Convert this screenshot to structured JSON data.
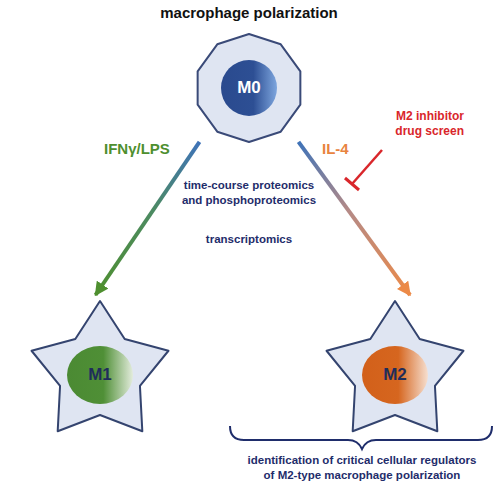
{
  "diagram": {
    "title": "macrophage polarization",
    "nodes": [
      {
        "text": [
          "M0"
        ]
      },
      {
        "text": [
          "M1"
        ]
      },
      {
        "text": [
          "M2"
        ]
      }
    ],
    "edges": [
      {
        "from": 0,
        "to": 1,
        "arrow": "to",
        "label": "IFNγ/LPS"
      },
      {
        "from": 0,
        "to": 2,
        "arrow": "to",
        "label": "IL-4"
      }
    ],
    "labels": [
      "time-course proteomics and phosphoproteomics",
      "transcriptomics",
      "M2 inhibitor drug screen",
      "identification of critical cellular regulators of M2-type macrophage polarization"
    ]
  }
}
